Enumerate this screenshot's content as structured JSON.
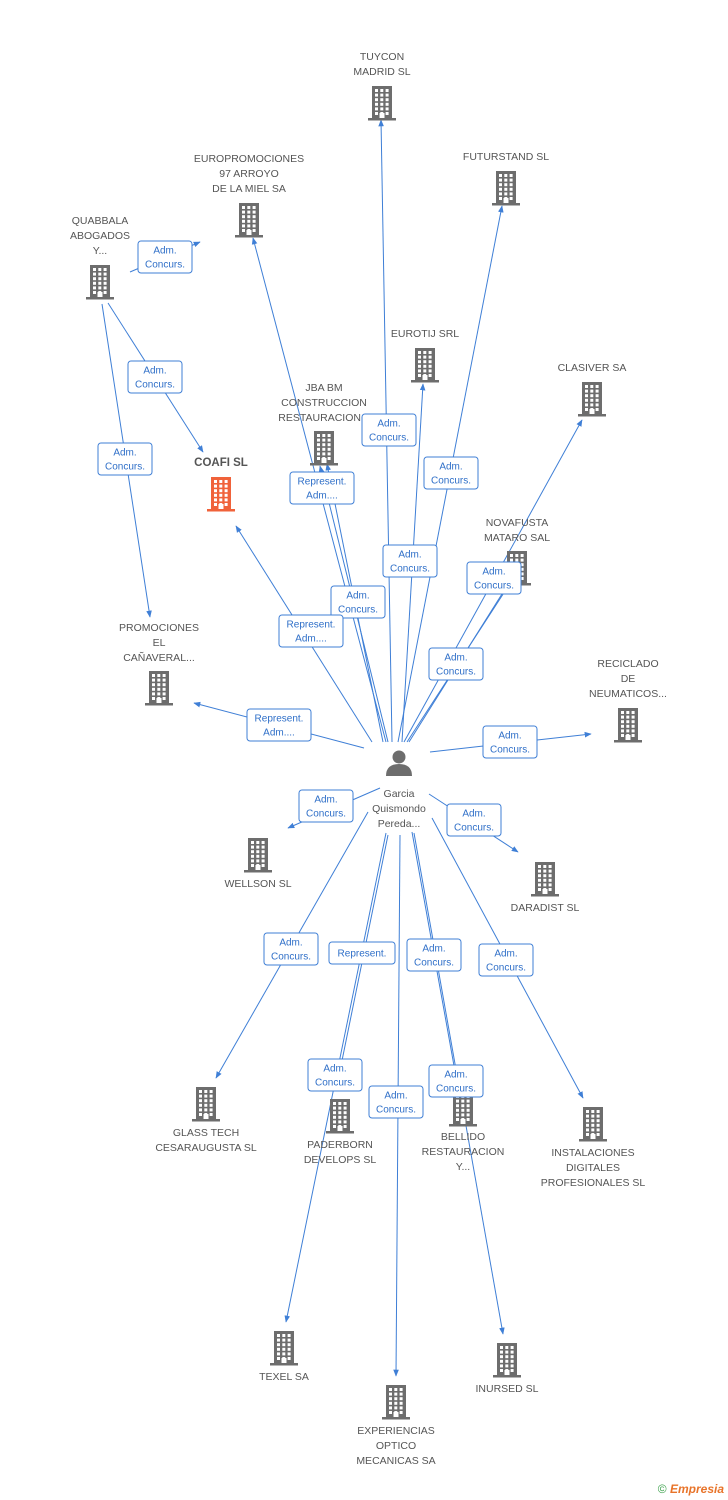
{
  "person": {
    "id": "p",
    "label": [
      "Garcia",
      "Quismondo",
      "Pereda..."
    ]
  },
  "companies": [
    {
      "id": "tuycon",
      "label": [
        "TUYCON",
        "MADRID SL"
      ],
      "highlight": false
    },
    {
      "id": "futurstand",
      "label": [
        "FUTURSTAND SL"
      ],
      "highlight": false
    },
    {
      "id": "europromociones",
      "label": [
        "EUROPROMOCIONES",
        "97 ARROYO",
        "DE LA MIEL SA"
      ],
      "highlight": false
    },
    {
      "id": "quabbala",
      "label": [
        "QUABBALA",
        "ABOGADOS",
        "Y..."
      ],
      "highlight": false
    },
    {
      "id": "eurotij",
      "label": [
        "EUROTIJ SRL"
      ],
      "highlight": false
    },
    {
      "id": "clasiver",
      "label": [
        "CLASIVER SA"
      ],
      "highlight": false
    },
    {
      "id": "jba",
      "label": [
        "JBA BM",
        "CONSTRUCCION",
        "RESTAURACION..."
      ],
      "highlight": false
    },
    {
      "id": "coafi",
      "label": [
        "COAFI SL"
      ],
      "highlight": true
    },
    {
      "id": "novafusta",
      "label": [
        "NOVAFUSTA",
        "MATARO SAL"
      ],
      "highlight": false
    },
    {
      "id": "promociones",
      "label": [
        "PROMOCIONES",
        "EL",
        "CAÑAVERAL..."
      ],
      "highlight": false
    },
    {
      "id": "reciclado",
      "label": [
        "RECICLADO",
        "DE",
        "NEUMATICOS..."
      ],
      "highlight": false
    },
    {
      "id": "wellson",
      "label": [
        "WELLSON SL"
      ],
      "highlight": false
    },
    {
      "id": "daradist",
      "label": [
        "DARADIST SL"
      ],
      "highlight": false
    },
    {
      "id": "glasstech",
      "label": [
        "GLASS TECH",
        "CESARAUGUSTA SL"
      ],
      "highlight": false
    },
    {
      "id": "paderborn",
      "label": [
        "PADERBORN",
        "DEVELOPS SL"
      ],
      "highlight": false
    },
    {
      "id": "bellido",
      "label": [
        "BELLIDO",
        "RESTAURACION",
        "Y..."
      ],
      "highlight": false
    },
    {
      "id": "instalaciones",
      "label": [
        "INSTALACIONES",
        "DIGITALES",
        "PROFESIONALES SL"
      ],
      "highlight": false
    },
    {
      "id": "texel",
      "label": [
        "TEXEL SA"
      ],
      "highlight": false
    },
    {
      "id": "inursed",
      "label": [
        "INURSED SL"
      ],
      "highlight": false
    },
    {
      "id": "experiencias",
      "label": [
        "EXPERIENCIAS",
        "OPTICO",
        "MECANICAS SA"
      ],
      "highlight": false
    }
  ],
  "relations": [
    {
      "from": "p",
      "to": "tuycon",
      "label": [
        "Adm.",
        "Concurs."
      ]
    },
    {
      "from": "p",
      "to": "futurstand",
      "label": [
        "Adm.",
        "Concurs."
      ]
    },
    {
      "from": "p",
      "to": "europromociones",
      "label": [
        "Adm.",
        "Concurs."
      ]
    },
    {
      "from": "quabbala",
      "to": "europromociones",
      "label": [
        "Adm.",
        "Concurs."
      ]
    },
    {
      "from": "quabbala",
      "to": "coafi",
      "label": [
        "Adm.",
        "Concurs."
      ]
    },
    {
      "from": "quabbala",
      "to": "promociones",
      "label": [
        "Adm.",
        "Concurs."
      ]
    },
    {
      "from": "p",
      "to": "eurotij",
      "label": [
        "Adm.",
        "Concurs."
      ]
    },
    {
      "from": "p",
      "to": "clasiver",
      "label": [
        "Adm.",
        "Concurs."
      ]
    },
    {
      "from": "p",
      "to": "jba",
      "label": [
        "Represent.",
        "Adm...."
      ]
    },
    {
      "from": "p",
      "to": "coafi",
      "label": [
        "Represent.",
        "Adm...."
      ]
    },
    {
      "from": "p",
      "to": "novafusta",
      "label": [
        "Adm.",
        "Concurs."
      ]
    },
    {
      "from": "p",
      "to": "promociones",
      "label": [
        "Represent.",
        "Adm...."
      ]
    },
    {
      "from": "p",
      "to": "reciclado",
      "label": [
        "Adm.",
        "Concurs."
      ]
    },
    {
      "from": "p",
      "to": "wellson",
      "label": [
        "Adm.",
        "Concurs."
      ]
    },
    {
      "from": "p",
      "to": "daradist",
      "label": [
        "Adm.",
        "Concurs."
      ]
    },
    {
      "from": "p",
      "to": "glasstech",
      "label": [
        "Adm.",
        "Concurs."
      ]
    },
    {
      "from": "p",
      "to": "paderborn",
      "label": [
        "Adm.",
        "Concurs."
      ]
    },
    {
      "from": "p",
      "to": "texel",
      "label": [
        "Represent."
      ]
    },
    {
      "from": "p",
      "to": "bellido",
      "label": [
        "Adm.",
        "Concurs."
      ]
    },
    {
      "from": "p",
      "to": "inursed",
      "label": [
        "Adm.",
        "Concurs."
      ]
    },
    {
      "from": "p",
      "to": "instalaciones",
      "label": [
        "Adm.",
        "Concurs."
      ]
    },
    {
      "from": "p",
      "to": "experiencias",
      "label": [
        "Adm.",
        "Concurs."
      ]
    },
    {
      "from": "p",
      "to": "jba",
      "label": [
        "Adm.",
        "Concurs."
      ]
    },
    {
      "from": "p",
      "to": "novafusta",
      "label": [
        "Adm.",
        "Concurs."
      ]
    }
  ],
  "footer": {
    "copyright": "©",
    "brand": "Empresia"
  },
  "colors": {
    "edge": "#3f7fd6",
    "building": "#6d6d6d",
    "highlight": "#f0623a",
    "person": "#6d6d6d"
  },
  "icons": {
    "company": "building-icon",
    "person": "person-icon"
  }
}
